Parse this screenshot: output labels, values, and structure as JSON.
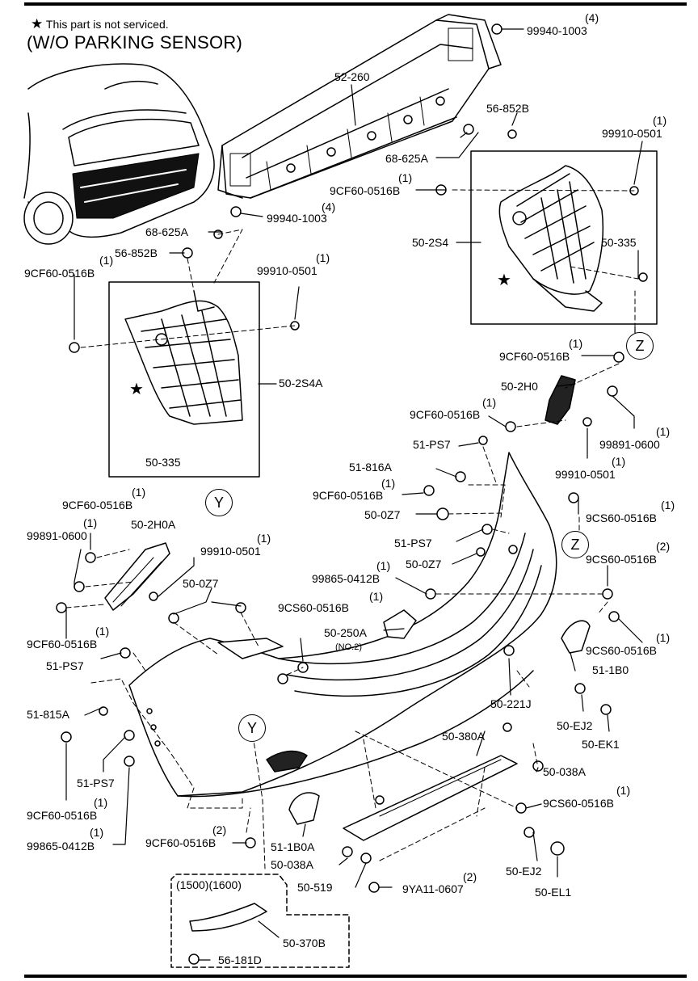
{
  "header": {
    "note_star": "★",
    "note_text": "This part is not serviced.",
    "title": "(W/O PARKING SENSOR)"
  },
  "ref_circles": {
    "z": "Z",
    "y": "Y"
  },
  "labels": {
    "q4a": "(4)",
    "p99940_top": "99940-1003",
    "p52260": "52-260",
    "p56852b_r": "56-852B",
    "q1_99910_r": "(1)",
    "p99910_r": "99910-0501",
    "p68625a_r": "68-625A",
    "q1_9cf_r": "(1)",
    "p9cf_r": "9CF60-0516B",
    "q4b": "(4)",
    "p99940_mid": "99940-1003",
    "p502s4": "50-2S4",
    "p50335_r": "50-335",
    "p68625a_l": "68-625A",
    "p56852b_l": "56-852B",
    "q1_9cf_l": "(1)",
    "p9cf_l": "9CF60-0516B",
    "q1_99910_l": "(1)",
    "p99910_l": "99910-0501",
    "q1_9cf_z": "(1)",
    "p9cf_z": "9CF60-0516B",
    "p502s4a": "50-2S4A",
    "p502h0": "50-2H0",
    "q1_9cf_h0": "(1)",
    "p9cf_h0": "9CF60-0516B",
    "q1_99891_r": "(1)",
    "p99891_r": "99891-0600",
    "p51ps7_a": "51-PS7",
    "q1_99910_h0": "(1)",
    "p99910_h0": "99910-0501",
    "p50335_l": "50-335",
    "p51816a": "51-816A",
    "q1_9cf_816": "(1)",
    "p9cf_816": "9CF60-0516B",
    "p500z7_a": "50-0Z7",
    "q1_9cs_a": "(1)",
    "p9cs_a": "9CS60-0516B",
    "q1_9cf_2h0a": "(1)",
    "p9cf_2h0a": "9CF60-0516B",
    "q1_99891_l": "(1)",
    "p99891_l": "99891-0600",
    "p502h0a": "50-2H0A",
    "p51ps7_b": "51-PS7",
    "q1_99910_2h0a": "(1)",
    "p99910_2h0a": "99910-0501",
    "p500z7_b": "50-0Z7",
    "q2_9cs_b": "(2)",
    "p9cs_b": "9CS60-0516B",
    "q1_99865_r": "(1)",
    "p99865_r": "99865-0412B",
    "p500z7_c": "50-0Z7",
    "q1_9cs_c": "(1)",
    "p9cs_c": "9CS60-0516B",
    "q1_9cf_low": "(1)",
    "p9cf_low": "9CF60-0516B",
    "p50250a": "50-250A",
    "p50250a_note": "(NO.2)",
    "q1_9cs_d": "(1)",
    "p9cs_d": "9CS60-0516B",
    "p51ps7_c": "51-PS7",
    "p511b0": "51-1B0",
    "p50221j": "50-221J",
    "p51815a": "51-815A",
    "p50ej2_a": "50-EJ2",
    "p50ek1": "50-EK1",
    "p50380a": "50-380A",
    "p51ps7_d": "51-PS7",
    "p50038a_r": "50-038A",
    "q1_9cs_e": "(1)",
    "p9cs_e": "9CS60-0516B",
    "q1_9cf_bl": "(1)",
    "p9cf_bl": "9CF60-0516B",
    "q1_99865_l": "(1)",
    "p99865_l": "99865-0412B",
    "q2_9cf_b": "(2)",
    "p9cf_b": "9CF60-0516B",
    "p511b0a": "51-1B0A",
    "p50038a_l": "50-038A",
    "p50ej2_b": "50-EJ2",
    "p50519": "50-519",
    "q2_9ya": "(2)",
    "p9ya": "9YA11-0607",
    "p50el1": "50-EL1",
    "variants": "(1500)(1600)",
    "p50370b": "50-370B",
    "p56181d": "56-181D"
  }
}
